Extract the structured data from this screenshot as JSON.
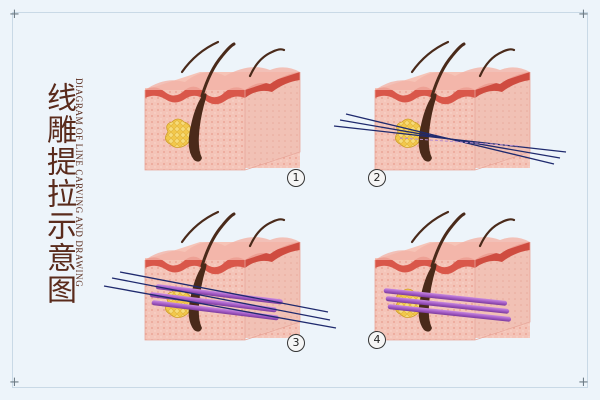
{
  "title_cn": "线雕提拉示意图",
  "title_en": "DIAGRAM OF LINE CARVING AND DRAWING",
  "corner_mark": "+",
  "steps": [
    "1",
    "2",
    "3",
    "4"
  ],
  "colors": {
    "background": "#edf4fa",
    "skin_top": "#f3b9ae",
    "skin_side": "#f6cdbf",
    "dermis_red": "#d9574a",
    "hair": "#4a2a1a",
    "fat_yellow": "#f2c84b",
    "thread_purple": "#a45cc6",
    "thread_navy": "#1f2a6e",
    "title_brown": "#5a2b1c"
  }
}
